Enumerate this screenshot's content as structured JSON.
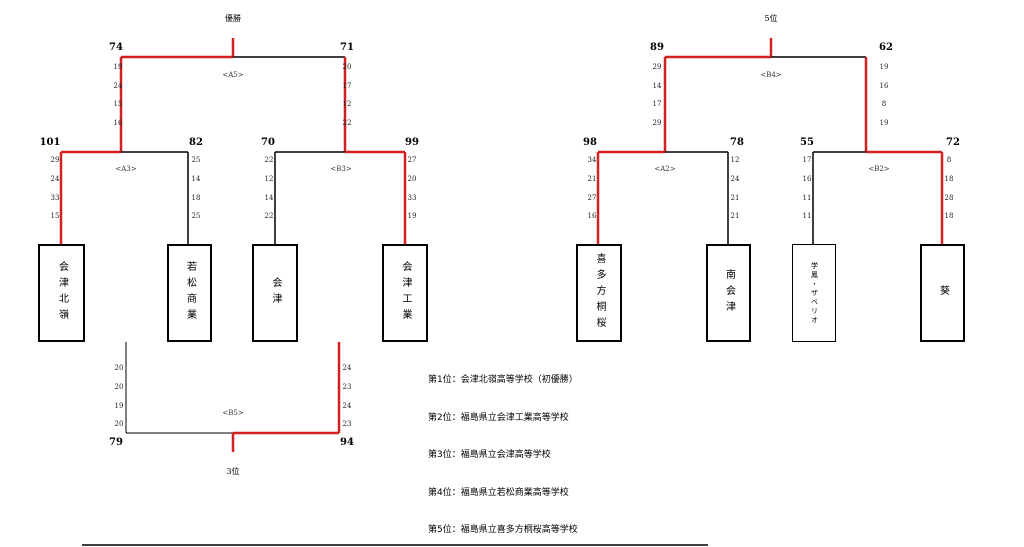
{
  "brackets": {
    "final": {
      "title": "優勝",
      "match_label": "<A5>",
      "left_total": "74",
      "right_total": "71",
      "left_quarters": [
        "19",
        "24",
        "15",
        "16"
      ],
      "right_quarters": [
        "20",
        "17",
        "12",
        "22"
      ]
    },
    "semi_a3": {
      "match_label": "<A3>",
      "left_total": "101",
      "right_total": "82",
      "left_quarters": [
        "29",
        "24",
        "33",
        "15"
      ],
      "right_quarters": [
        "25",
        "14",
        "18",
        "25"
      ]
    },
    "semi_b3": {
      "match_label": "<B3>",
      "left_total": "70",
      "right_total": "99",
      "left_quarters": [
        "22",
        "12",
        "14",
        "22"
      ],
      "right_quarters": [
        "27",
        "20",
        "33",
        "19"
      ]
    },
    "third_place": {
      "title": "3位",
      "match_label": "<B5>",
      "left_total": "79",
      "right_total": "94",
      "left_quarters": [
        "20",
        "20",
        "19",
        "20"
      ],
      "right_quarters": [
        "24",
        "23",
        "24",
        "23"
      ]
    },
    "fifth_place": {
      "title": "5位",
      "match_label": "<B4>",
      "left_total": "89",
      "right_total": "62",
      "left_quarters": [
        "29",
        "14",
        "17",
        "29"
      ],
      "right_quarters": [
        "19",
        "16",
        "8",
        "19"
      ]
    },
    "first_round_a2": {
      "match_label": "<A2>",
      "left_total": "98",
      "right_total": "78",
      "left_quarters": [
        "34",
        "21",
        "27",
        "16"
      ],
      "right_quarters": [
        "12",
        "24",
        "21",
        "21"
      ]
    },
    "first_round_b2": {
      "match_label": "<B2>",
      "left_total": "55",
      "right_total": "72",
      "left_quarters": [
        "17",
        "16",
        "11",
        "11"
      ],
      "right_quarters": [
        "8",
        "18",
        "28",
        "18"
      ]
    }
  },
  "teams": {
    "aizu_hokurei": "会津北嶺",
    "wakamatsu_shogyo": "若松商業",
    "aizu": "会津",
    "aizu_kogyo": "会津工業",
    "kitakata_tooh": "喜多方桐桜",
    "minami_aizu": "南会津",
    "gakuho_zephyrio": "学鳳・ザベリオ",
    "aoi": "葵"
  },
  "rankings": [
    "第1位：会津北嶺高等学校（初優勝）",
    "第2位：福島県立会津工業高等学校",
    "第3位：福島県立会津高等学校",
    "第4位：福島県立若松商業高等学校",
    "第5位：福島県立喜多方桐桜高等学校"
  ],
  "colors": {
    "winner_line": "#d42020",
    "line": "#000000"
  }
}
